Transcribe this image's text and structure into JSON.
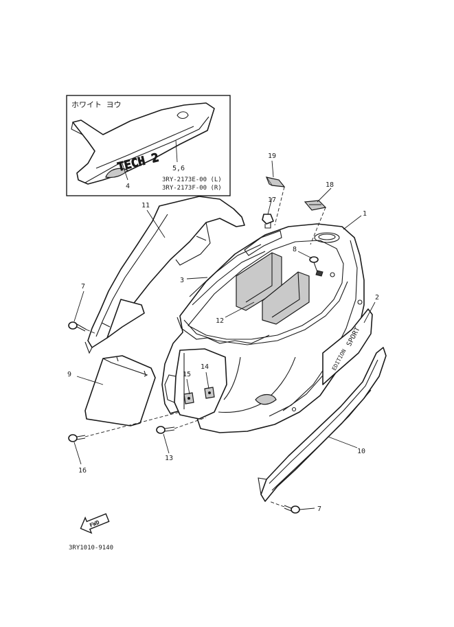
{
  "inset": {
    "title": "ホワイト ヨウ",
    "decal_text": "TECH 2",
    "part_no_left": "3RY-2173E-00 (L)",
    "part_no_right": "3RY-2173F-00 (R)"
  },
  "callouts": {
    "c1": "1",
    "c2": "2",
    "c3": "3",
    "c4": "4",
    "c56": "5,6",
    "c7a": "7",
    "c7b": "7",
    "c8": "8",
    "c9": "9",
    "c10": "10",
    "c11": "11",
    "c12": "12",
    "c13": "13",
    "c14": "14",
    "c15": "15",
    "c16": "16",
    "c17": "17",
    "c18": "18",
    "c19": "19"
  },
  "fwd_label": "FWD",
  "figure_code": "3RY1010-9140"
}
